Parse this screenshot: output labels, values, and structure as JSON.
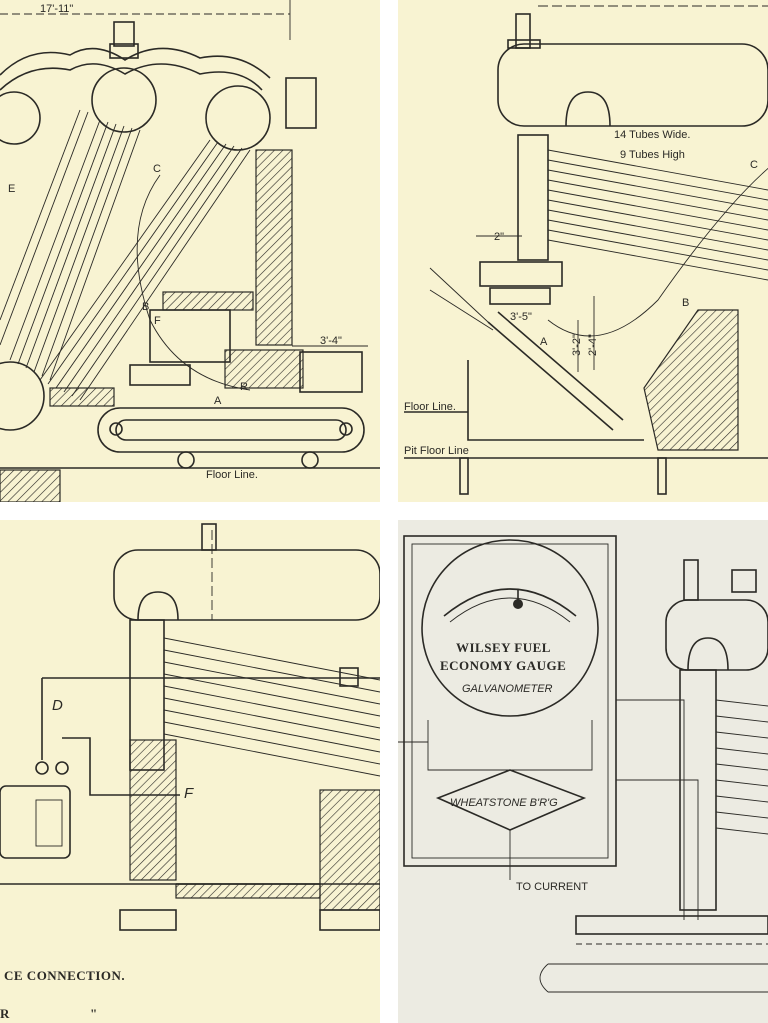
{
  "panel1": {
    "dim_top": "17'-11\"",
    "letters": [
      "C",
      "B",
      "A",
      "F",
      "E",
      "R"
    ],
    "dim_right": "3'-4\"",
    "floor_label": "Floor Line."
  },
  "panel2": {
    "tubes_wide": "14 Tubes Wide.",
    "tubes_high": "9 Tubes High",
    "dim_2": "2\"",
    "dim_35": "3'-5\"",
    "dim_24": "2'-4\"",
    "dim_32": "3'-2\"",
    "letter_a": "A",
    "letter_b": "B",
    "letter_c": "C",
    "floor_line": "Floor Line.",
    "pit_floor": "Pit Floor Line"
  },
  "panel3": {
    "letter_d": "D",
    "letter_f": "F",
    "caption": "CE CONNECTION.",
    "caption_r": "R",
    "caption_quote": "\""
  },
  "panel4": {
    "gauge_title_1": "WILSEY FUEL",
    "gauge_title_2": "ECONOMY GAUGE",
    "galvanometer": "GALVANOMETER",
    "wheatstone": "WHEATSTONE B'R'G",
    "to_current": "TO CURRENT"
  }
}
